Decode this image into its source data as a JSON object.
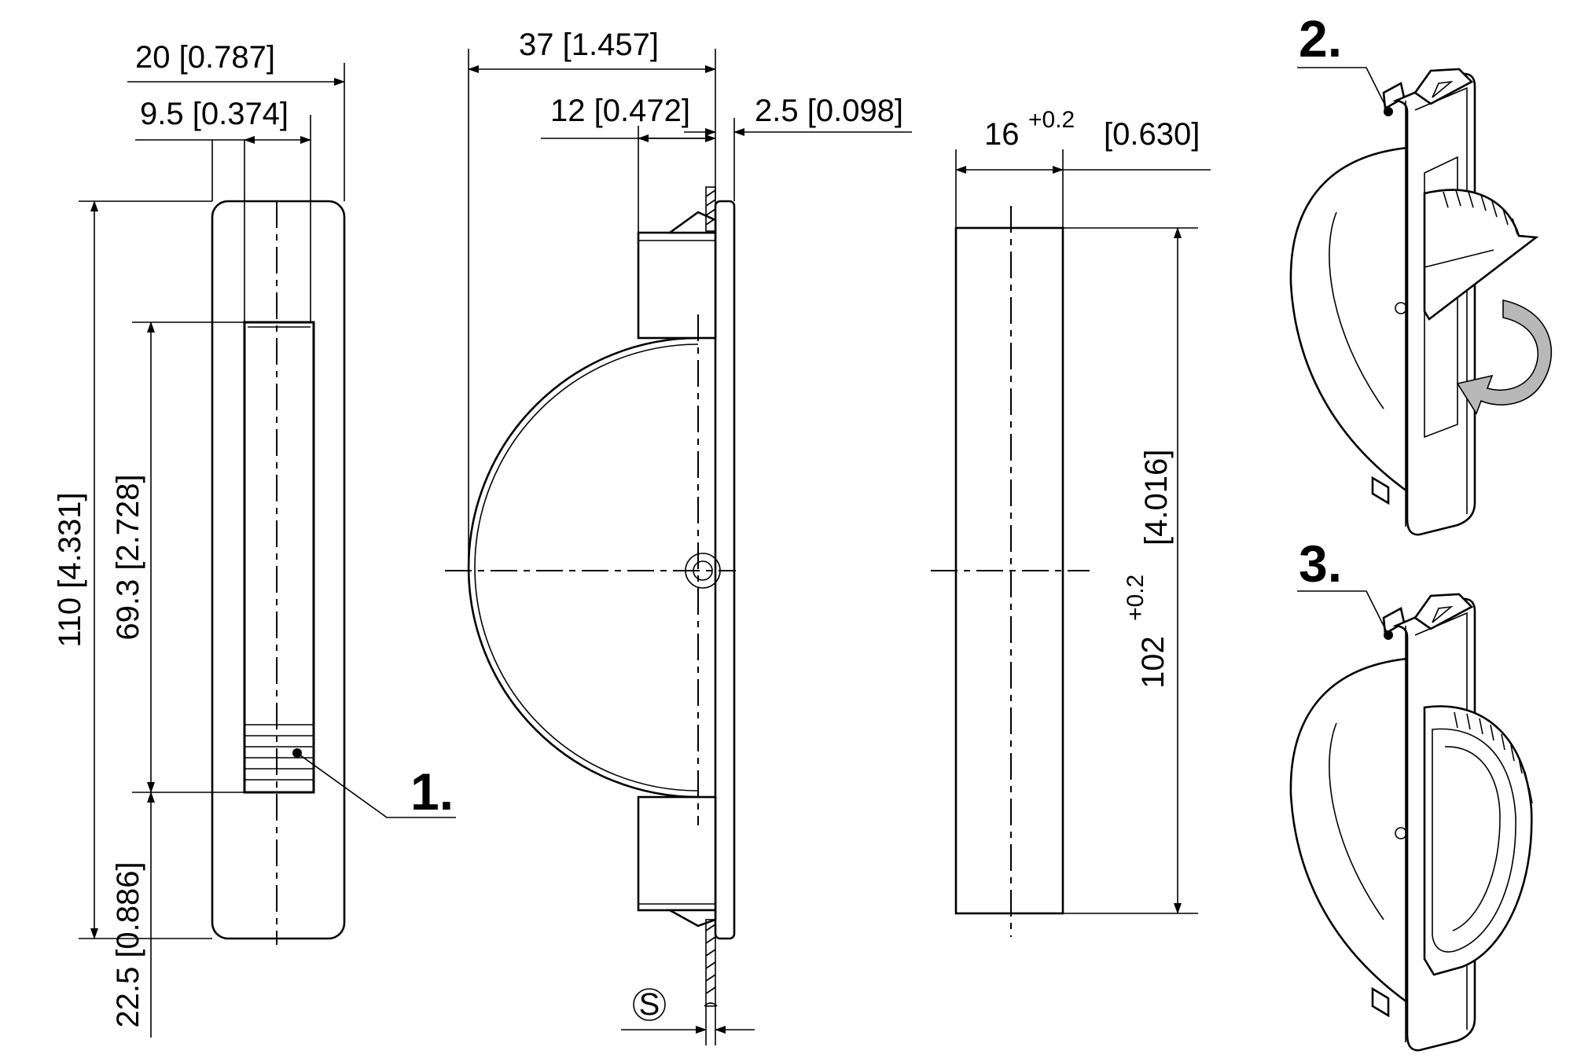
{
  "dimensions": {
    "overall_width": "20 [0.787]",
    "grip_offset": "9.5 [0.374]",
    "total_depth": "37 [1.457]",
    "bowl_depth": "12 [0.472]",
    "flange_thickness": "2.5 [0.098]",
    "cutout_width_base": "16",
    "cutout_width_tol": "+0.2",
    "cutout_width_in": "[0.630]",
    "overall_height": "110 [4.331]",
    "grip_length": "69.3 [2.728]",
    "bottom_offset": "22.5 [0.886]",
    "cutout_height_base": "102",
    "cutout_height_tol": "+0.2",
    "cutout_height_in": "[4.016]",
    "panel_thickness_symbol": "S"
  },
  "callouts": {
    "step1": "1.",
    "step2": "2.",
    "step3": "3."
  },
  "colors": {
    "line": "#000000",
    "arrow_fill": "#b8b8b8",
    "background": "#ffffff"
  }
}
